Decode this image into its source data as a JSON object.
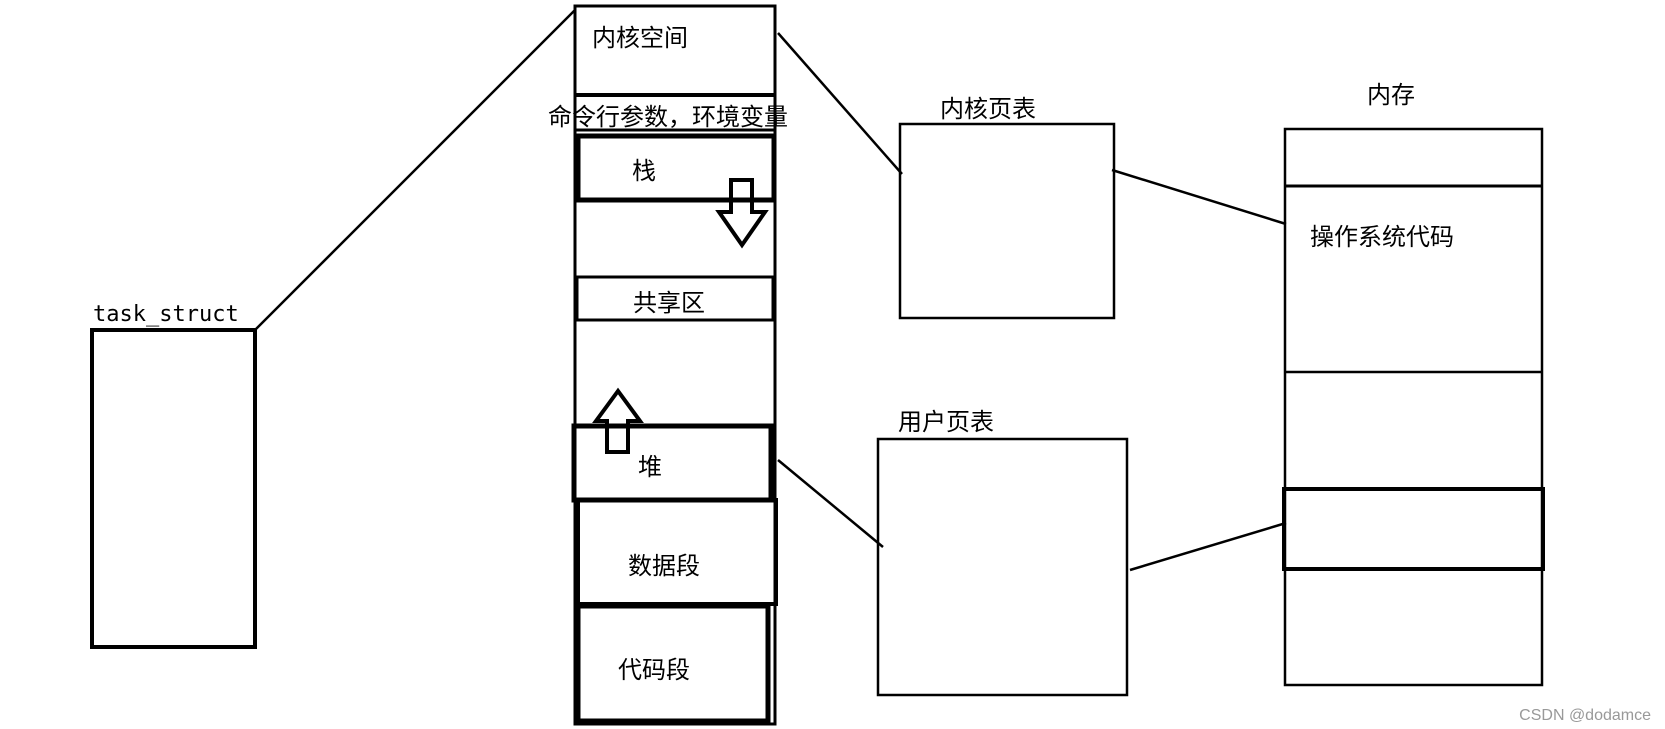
{
  "diagram": {
    "task_struct_label": "task_struct",
    "address_space": {
      "kernel_space": "内核空间",
      "cmdline_env": "命令行参数，环境变量",
      "stack": "栈",
      "shared_region": "共享区",
      "heap": "堆",
      "data_segment": "数据段",
      "code_segment": "代码段"
    },
    "kernel_page_table_label": "内核页表",
    "user_page_table_label": "用户页表",
    "memory": {
      "title": "内存",
      "os_code": "操作系统代码"
    },
    "watermark": "CSDN @dodamce"
  }
}
